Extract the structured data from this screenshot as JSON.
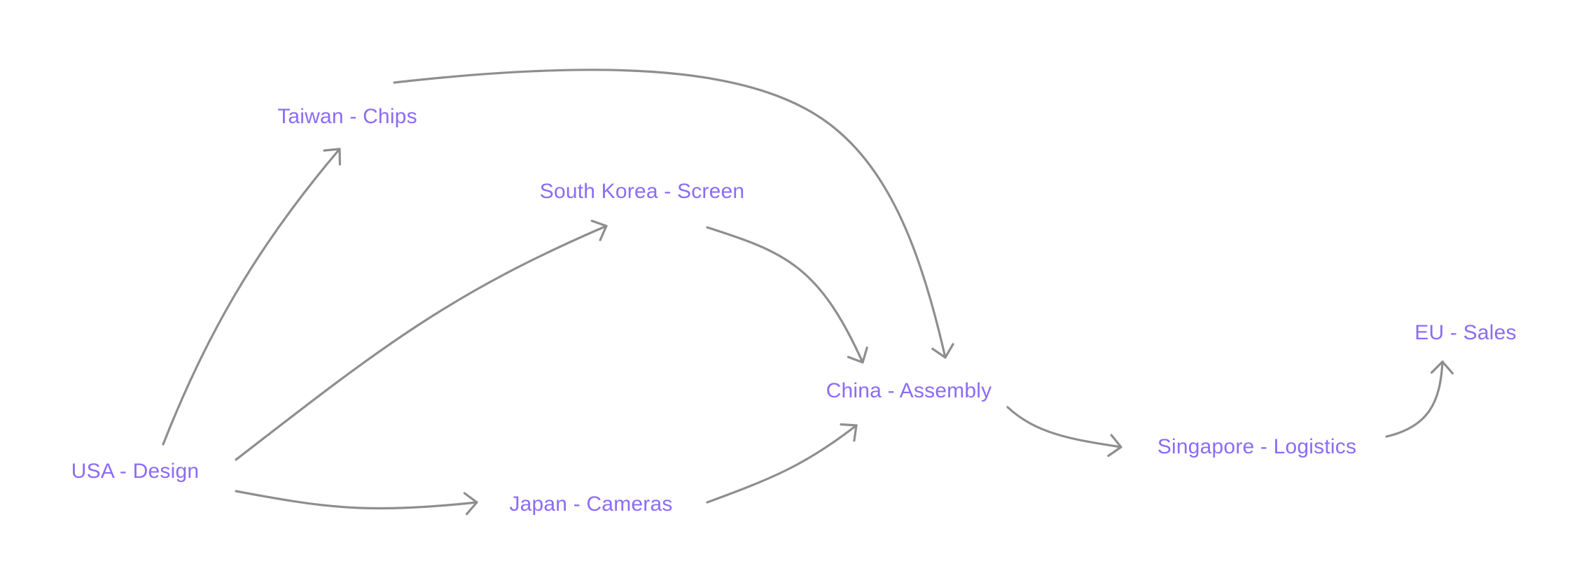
{
  "colors": {
    "node_text": "#8b6cf6",
    "edge": "#8e8e8e",
    "background": "#ffffff"
  },
  "nodes": [
    {
      "id": "usa",
      "label": "USA - Design"
    },
    {
      "id": "taiwan",
      "label": "Taiwan - Chips"
    },
    {
      "id": "korea",
      "label": "South Korea - Screen"
    },
    {
      "id": "japan",
      "label": "Japan - Cameras"
    },
    {
      "id": "china",
      "label": "China - Assembly"
    },
    {
      "id": "singapore",
      "label": "Singapore - Logistics"
    },
    {
      "id": "eu",
      "label": "EU - Sales"
    }
  ],
  "edges": [
    {
      "from": "usa",
      "to": "taiwan"
    },
    {
      "from": "usa",
      "to": "korea"
    },
    {
      "from": "usa",
      "to": "japan"
    },
    {
      "from": "taiwan",
      "to": "china"
    },
    {
      "from": "korea",
      "to": "china"
    },
    {
      "from": "japan",
      "to": "china"
    },
    {
      "from": "china",
      "to": "singapore"
    },
    {
      "from": "singapore",
      "to": "eu"
    }
  ]
}
